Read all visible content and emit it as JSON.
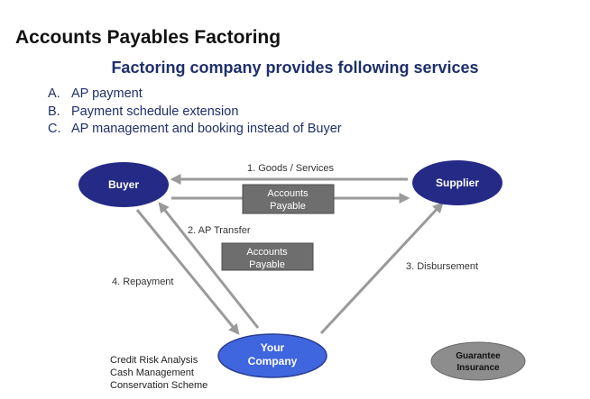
{
  "title": "Accounts Payables Factoring",
  "subtitle": "Factoring company provides following services",
  "services": [
    {
      "marker": "A.",
      "text": "AP payment"
    },
    {
      "marker": "B.",
      "text": "Payment schedule extension"
    },
    {
      "marker": "C.",
      "text": "AP management and booking instead of Buyer"
    }
  ],
  "nodes": {
    "buyer": "Buyer",
    "supplier": "Supplier",
    "your_company_line1": "Your",
    "your_company_line2": "Company",
    "guarantee_line1": "Guarantee",
    "guarantee_line2": "Insurance"
  },
  "edges": {
    "goods_services": "1. Goods / Services",
    "ap_transfer": "2. AP Transfer",
    "disbursement": "3. Disbursement",
    "repayment": "4. Repayment"
  },
  "boxes": {
    "accounts_payable_1_line1": "Accounts",
    "accounts_payable_1_line2": "Payable",
    "accounts_payable_2_line1": "Accounts",
    "accounts_payable_2_line2": "Payable"
  },
  "company_functions": [
    "Credit Risk Analysis",
    "Cash Management",
    "Conservation Scheme"
  ],
  "colors": {
    "navy": "#1f2f6b",
    "node_dark": "#252a86",
    "node_light": "#3f66de",
    "arrow": "#9a9a9a",
    "box_fill": "#6e6e6e",
    "guarantee": "#8d8d8d"
  }
}
